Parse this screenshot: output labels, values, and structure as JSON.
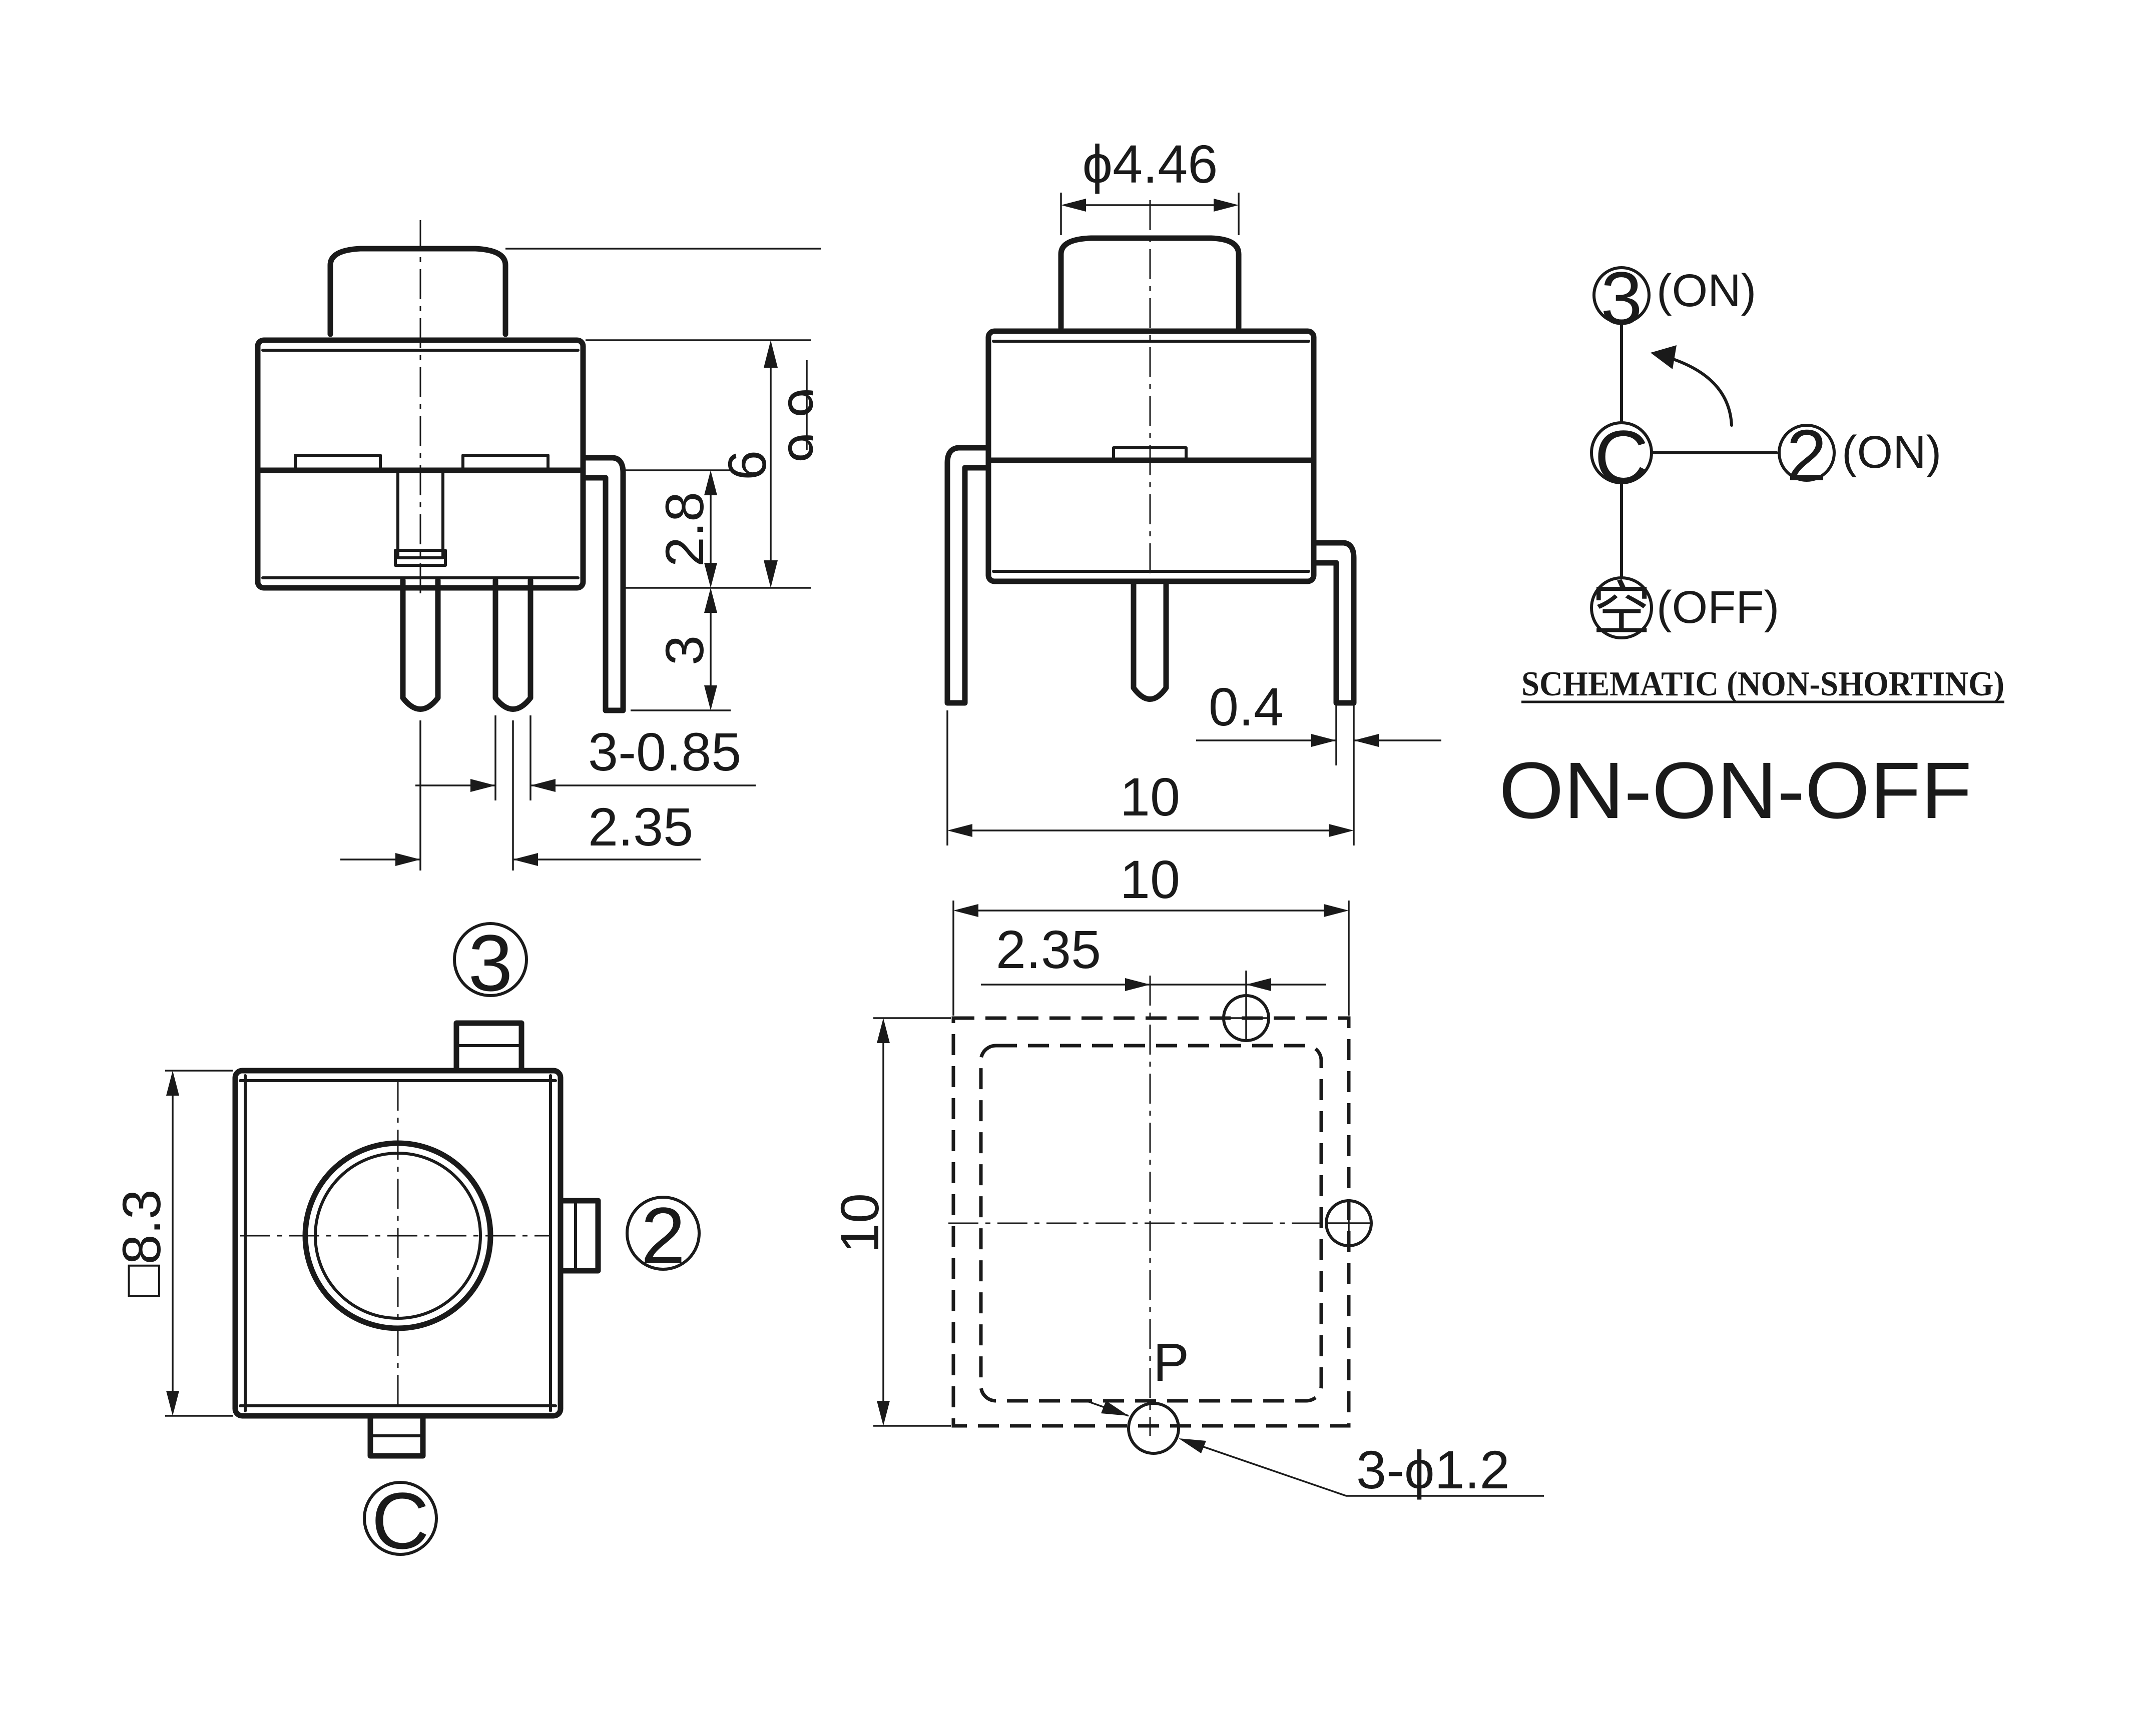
{
  "side_view": {
    "dim_height_total": "6",
    "dim_height_cut": "9.9",
    "dim_body_lower": "2.8",
    "dim_pin_length": "3",
    "dim_pin_width": "3-0.85",
    "dim_pin_pitch": "2.35"
  },
  "front_view": {
    "dim_actuator_dia": "ϕ4.46",
    "dim_lead_thickness": "0.4",
    "dim_width": "10"
  },
  "schematic": {
    "term_3": "3",
    "term_3_state": "(ON)",
    "term_c": "C",
    "term_2": "2",
    "term_2_state": "(ON)",
    "term_off": "空",
    "term_off_state": "(OFF)",
    "caption": "SCHEMATIC (NON-SHORTING)",
    "mode": "ON-ON-OFF"
  },
  "top_view": {
    "label_3": "3",
    "label_2": "2",
    "label_c": "C",
    "dim_square": "□8.3"
  },
  "pcb_layout": {
    "dim_width": "10",
    "dim_offset": "2.35",
    "dim_height": "10",
    "label_p": "P",
    "dim_holes": "3-ϕ1.2"
  }
}
